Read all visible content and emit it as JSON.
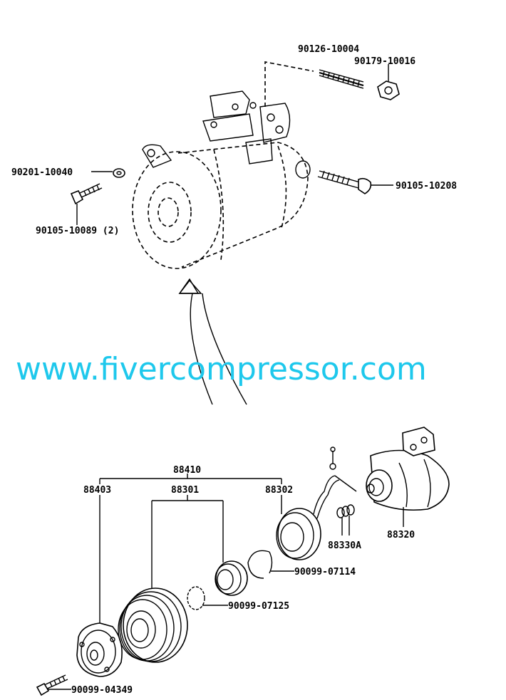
{
  "parts": {
    "stud_bolt": "90126-10004",
    "nut": "90179-10016",
    "washer": "90201-10040",
    "bolt_pair": "90105-10089 (2)",
    "long_bolt": "90105-10208",
    "clutch_assembly": "88410",
    "pressure_plate": "88403",
    "pulley": "88301",
    "stator": "88302",
    "compressor": "88320",
    "shim_set": "88330A",
    "snap_ring_stator": "90099-07114",
    "snap_ring_pulley": "90099-07125",
    "hub_bolt": "90099-04349"
  },
  "watermark": "www.fivercompressor.com"
}
